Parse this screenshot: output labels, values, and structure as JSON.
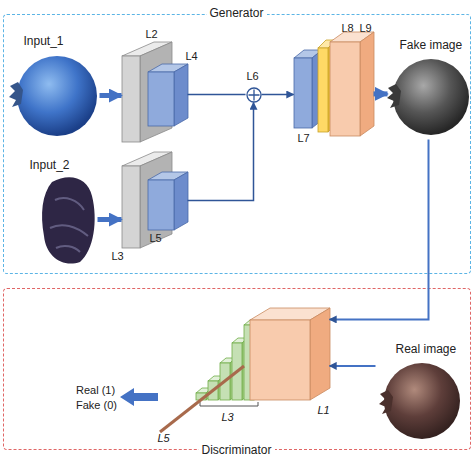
{
  "diagram": {
    "nodes": [
      {
        "text": [
          "Generator"
        ]
      },
      {
        "text": [
          "Input_1"
        ],
        "in": 0
      },
      {
        "text": [
          "Input_2"
        ],
        "in": 0
      },
      {
        "text": [
          "L2"
        ],
        "in": 0
      },
      {
        "text": [
          "L4"
        ],
        "in": 0
      },
      {
        "text": [
          "L3"
        ],
        "in": 0
      },
      {
        "text": [
          "L5"
        ],
        "in": 0
      },
      {
        "text": [
          "L6"
        ],
        "in": 0
      },
      {
        "text": [
          "L7"
        ],
        "in": 0
      },
      {
        "text": [
          "L8"
        ],
        "in": 0
      },
      {
        "text": [
          "L9"
        ],
        "in": 0
      },
      {
        "text": [
          "Fake image"
        ],
        "in": 0
      },
      {
        "text": [
          "Discriminator"
        ]
      },
      {
        "text": [
          "Real image"
        ],
        "in": 12
      },
      {
        "text": [
          "L1"
        ],
        "in": 12
      },
      {
        "text": [
          "L3"
        ],
        "in": 12
      },
      {
        "text": [
          "L5"
        ],
        "in": 12
      }
    ],
    "edges": [
      {
        "from": 1,
        "to": 3,
        "arrow": "to"
      },
      {
        "from": 2,
        "to": 5,
        "arrow": "to"
      },
      {
        "from": 4,
        "to": 7,
        "arrow": "none"
      },
      {
        "from": 6,
        "to": 7,
        "arrow": "to"
      },
      {
        "from": 7,
        "to": 8,
        "arrow": "to"
      },
      {
        "from": 10,
        "to": 11,
        "arrow": "to"
      },
      {
        "from": 11,
        "to": 14,
        "arrow": "to"
      },
      {
        "from": 13,
        "to": 14,
        "arrow": "to"
      }
    ],
    "labels": [
      "Real (1)",
      "Fake (0)"
    ]
  }
}
